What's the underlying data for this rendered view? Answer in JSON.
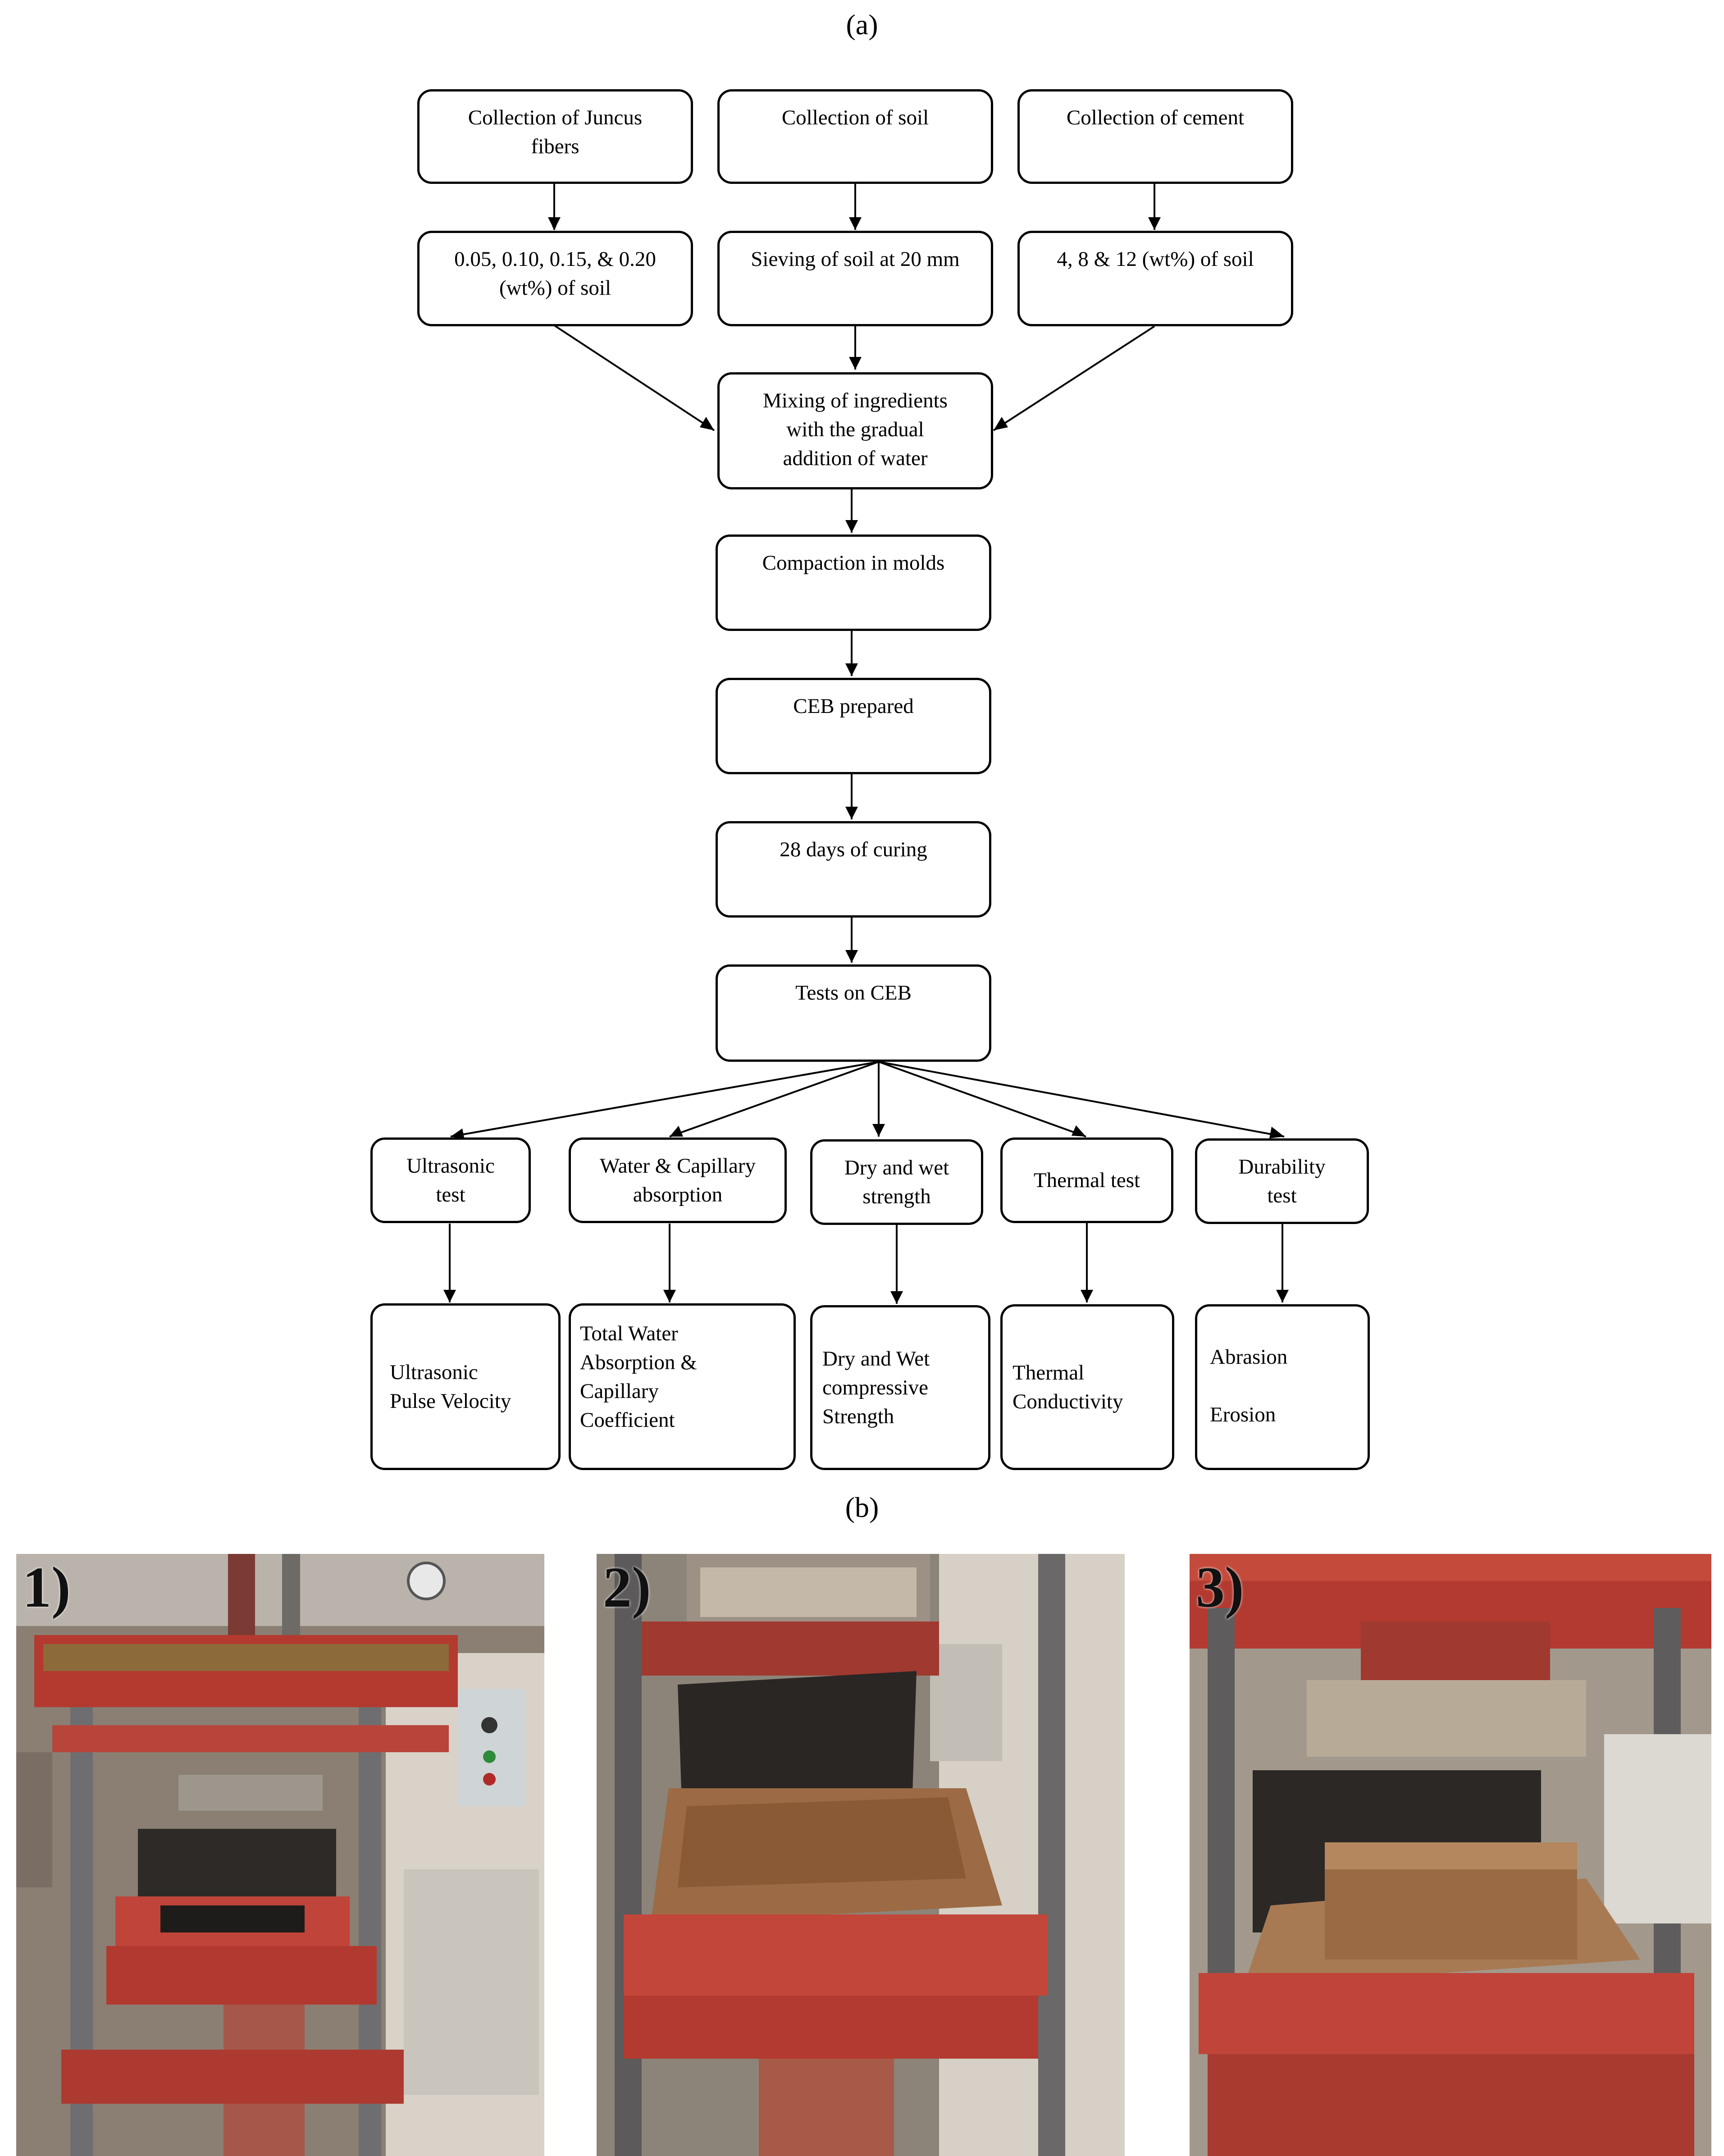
{
  "panel_a_label": "(a)",
  "panel_b_label": "(b)",
  "flow": {
    "collection_fibers": "Collection of Juncus\nfibers",
    "collection_soil": "Collection of soil",
    "collection_cement": "Collection of cement",
    "fiber_dose": "0.05, 0.10, 0.15, & 0.20\n(wt%) of soil",
    "sieving": "Sieving of soil at 20 mm",
    "cement_dose": "4, 8 & 12 (wt%) of soil",
    "mixing": "Mixing of ingredients\nwith the gradual\naddition of water",
    "compaction": "Compaction in molds",
    "ceb_prepared": "CEB prepared",
    "curing": "28 days of curing",
    "tests": "Tests on CEB",
    "tests_list": [
      {
        "test": "Ultrasonic\ntest",
        "result": "Ultrasonic\nPulse Velocity"
      },
      {
        "test": "Water & Capillary\nabsorption",
        "result": "Total Water\nAbsorption &\nCapillary\nCoefficient"
      },
      {
        "test": "Dry and wet\nstrength",
        "result": "Dry and Wet\ncompressive\nStrength"
      },
      {
        "test": "Thermal test",
        "result": "Thermal\nConductivity"
      },
      {
        "test": "Durability\ntest",
        "result": "Abrasion\n\nErosion"
      }
    ]
  },
  "photos": [
    {
      "number": "1)"
    },
    {
      "number": "2)"
    },
    {
      "number": "3)"
    }
  ]
}
